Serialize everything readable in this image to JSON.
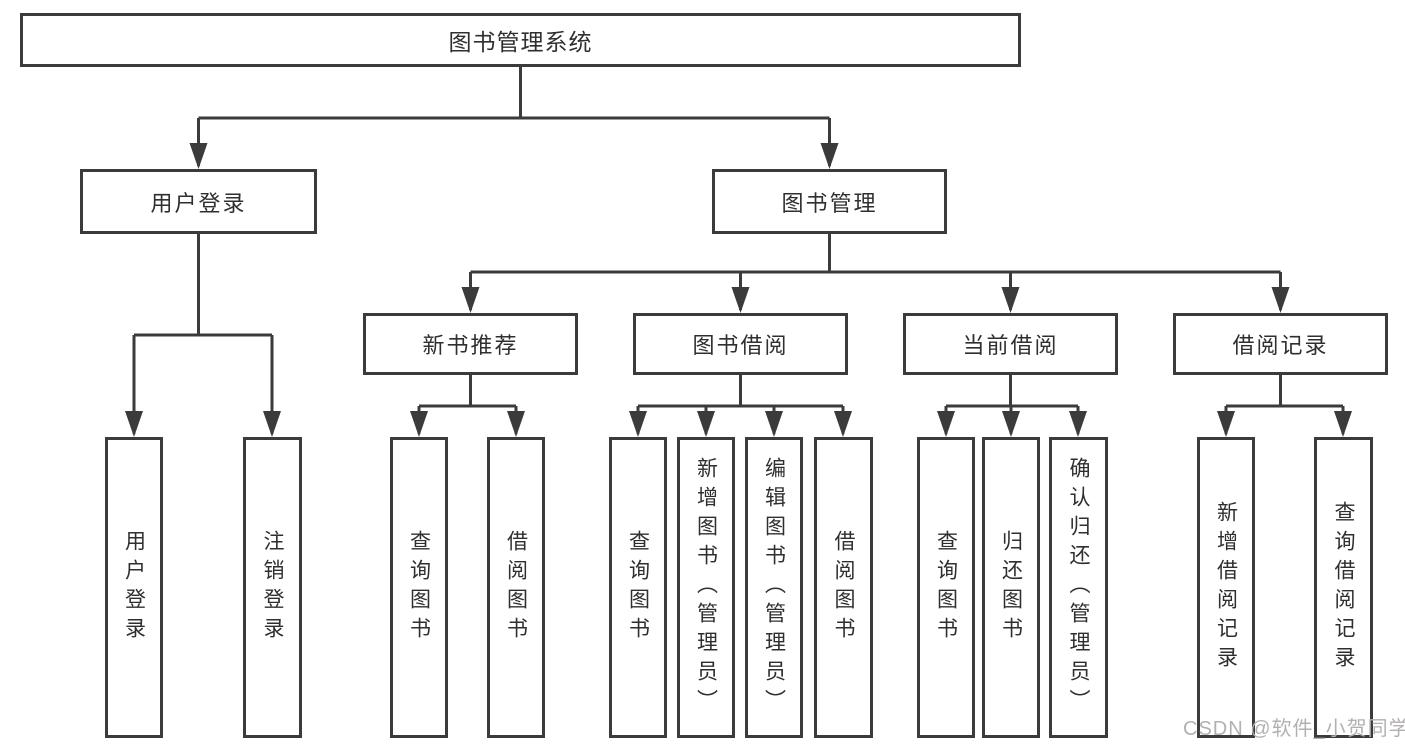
{
  "watermark": "CSDN @软件_小贺同学",
  "colors": {
    "line": "#3b3b3b",
    "text": "#2f2f2f",
    "box-bg": "#ffffff",
    "watermark": "#b3b0b0"
  },
  "tree": {
    "label": "图书管理系统",
    "children": [
      {
        "label": "用户登录",
        "children": [
          {
            "label": "用户登录"
          },
          {
            "label": "注销登录"
          }
        ]
      },
      {
        "label": "图书管理",
        "children": [
          {
            "label": "新书推荐",
            "children": [
              {
                "label": "查询图书"
              },
              {
                "label": "借阅图书"
              }
            ]
          },
          {
            "label": "图书借阅",
            "children": [
              {
                "label": "查询图书"
              },
              {
                "label": "新增图书（管理员）"
              },
              {
                "label": "编辑图书（管理员）"
              },
              {
                "label": "借阅图书"
              }
            ]
          },
          {
            "label": "当前借阅",
            "children": [
              {
                "label": "查询图书"
              },
              {
                "label": "归还图书"
              },
              {
                "label": "确认归还（管理员）"
              }
            ]
          },
          {
            "label": "借阅记录",
            "children": [
              {
                "label": "新增借阅记录"
              },
              {
                "label": "查询借阅记录"
              }
            ]
          }
        ]
      }
    ]
  }
}
